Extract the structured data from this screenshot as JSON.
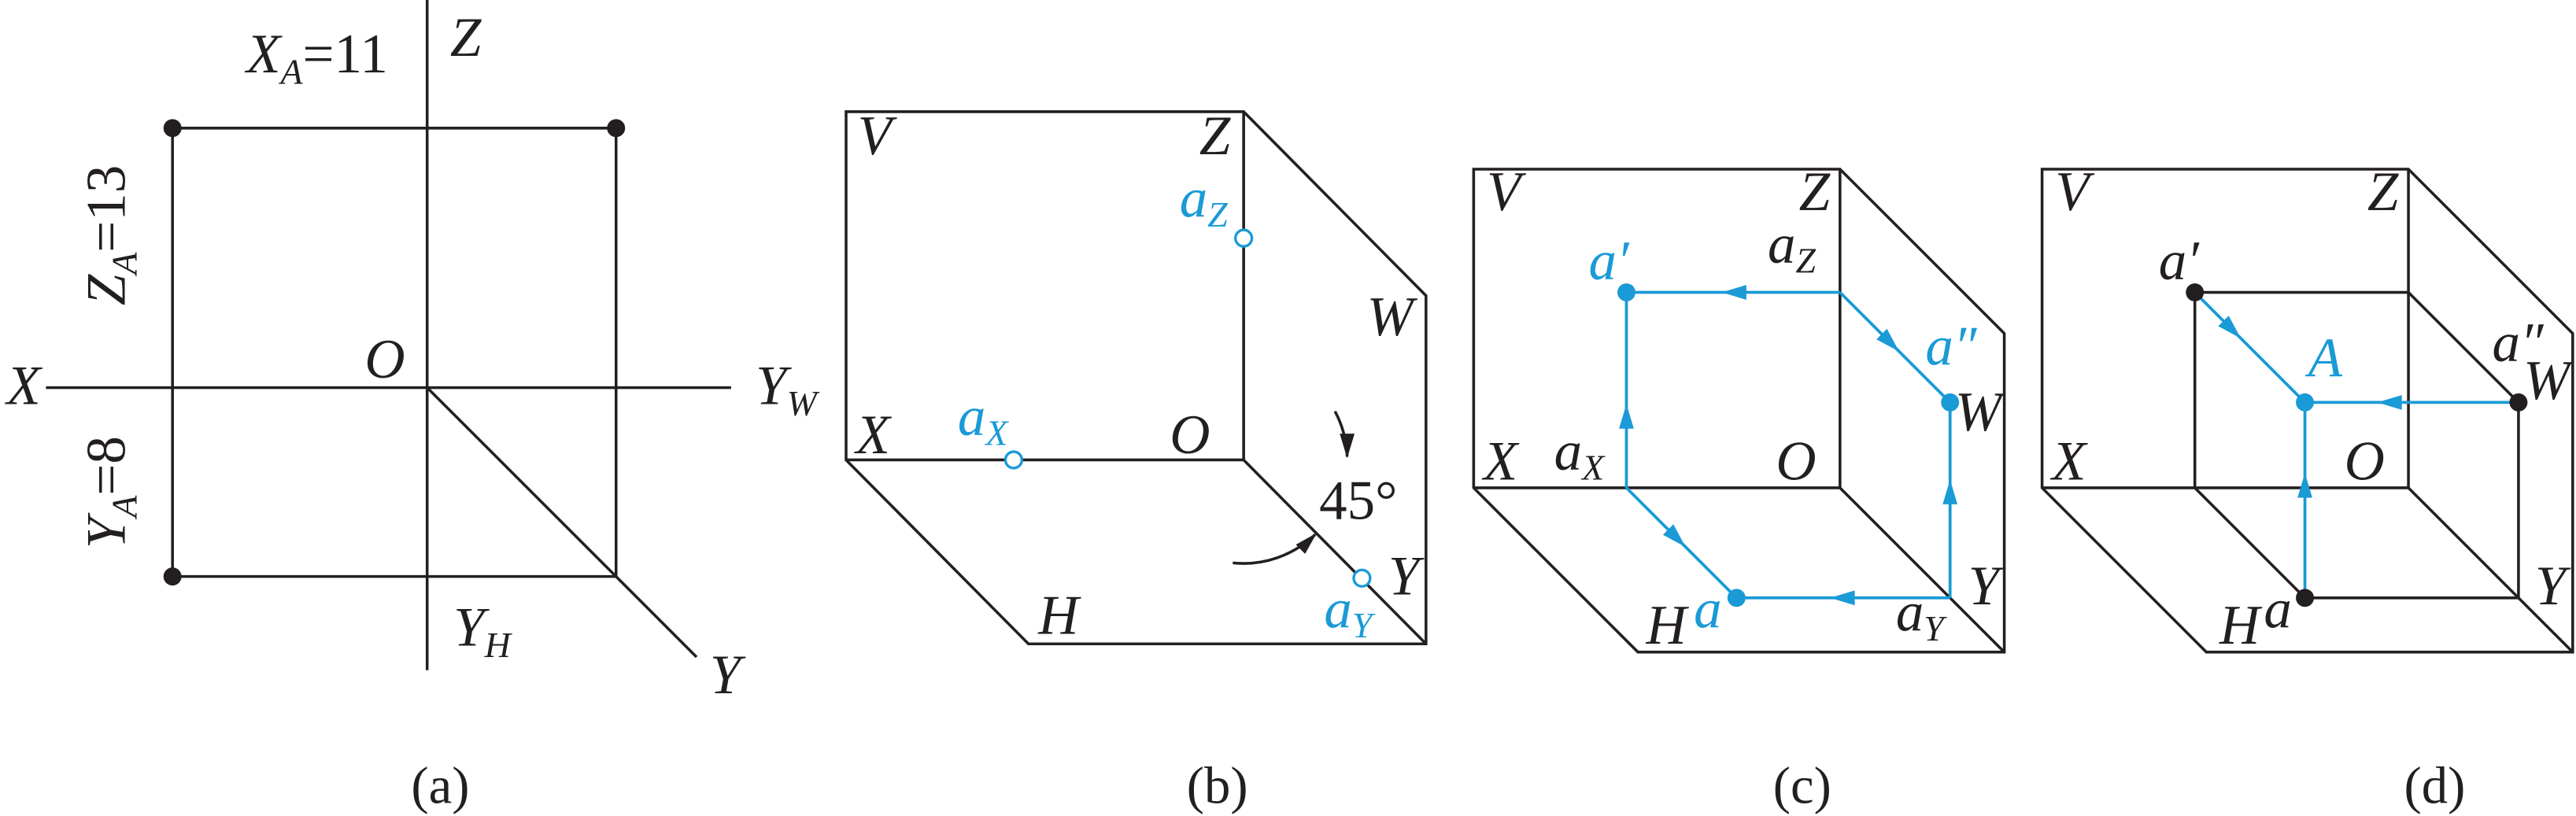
{
  "colors": {
    "ink": "#231f20",
    "accent": "#1a9ad6"
  },
  "panel_a": {
    "caption": "(a)",
    "xa": {
      "var": "X",
      "sub": "A",
      "eq": "=11"
    },
    "za": {
      "var": "Z",
      "sub": "A",
      "eq": "=13"
    },
    "ya": {
      "var": "Y",
      "sub": "A",
      "eq": "=8"
    },
    "axis_z": "Z",
    "axis_x": "X",
    "origin": "O",
    "axis_yw": {
      "var": "Y",
      "sub": "W"
    },
    "axis_yh": {
      "var": "Y",
      "sub": "H"
    },
    "axis_y": "Y"
  },
  "panel_b": {
    "caption": "(b)",
    "plane_v": "V",
    "axis_z": "Z",
    "plane_w": "W",
    "axis_x": "X",
    "origin": "O",
    "plane_h": "H",
    "axis_y": "Y",
    "angle": "45°",
    "az": {
      "var": "a",
      "sub": "Z"
    },
    "ax": {
      "var": "a",
      "sub": "X"
    },
    "ay": {
      "var": "a",
      "sub": "Y"
    }
  },
  "panel_c": {
    "caption": "(c)",
    "plane_v": "V",
    "axis_z": "Z",
    "plane_w": "W",
    "axis_x": "X",
    "origin": "O",
    "plane_h": "H",
    "axis_y": "Y",
    "az": {
      "var": "a",
      "sub": "Z"
    },
    "ax": {
      "var": "a",
      "sub": "X"
    },
    "ay": {
      "var": "a",
      "sub": "Y"
    },
    "a_front": "a′",
    "a_side": "a″",
    "a_top": "a"
  },
  "panel_d": {
    "caption": "(d)",
    "plane_v": "V",
    "axis_z": "Z",
    "plane_w": "W",
    "axis_x": "X",
    "origin": "O",
    "plane_h": "H",
    "axis_y": "Y",
    "a_front": "a′",
    "a_side": "a″",
    "a_top": "a",
    "point_a": "A"
  }
}
